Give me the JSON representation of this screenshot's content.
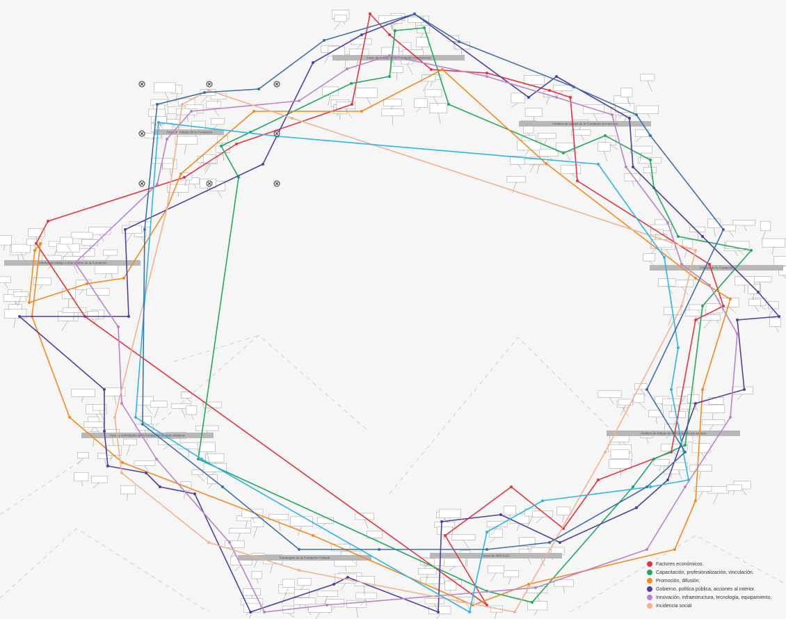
{
  "hubs": [
    {
      "id": "top",
      "label": "Áreas de trabajo de la Fundación Internacional"
    },
    {
      "id": "top-left",
      "label": "Áreas de trabajo de la Fundación"
    },
    {
      "id": "right-top",
      "label": "Ámbitos de trabajo de la Fundación por actores"
    },
    {
      "id": "left",
      "label": "Ámbitos de trabajo e intercambio de la Fundación"
    },
    {
      "id": "right",
      "label": "Ámbitos de la Fundación"
    },
    {
      "id": "bottom-left",
      "label": "Áreas y actividades de la Fundación de artes plásticas"
    },
    {
      "id": "right-bottom",
      "label": "Ámbitos de trabajo de la Fundación por actores"
    },
    {
      "id": "bottom-mid",
      "label": "Estrategias de la Fundación Cultural"
    },
    {
      "id": "bottom-right",
      "label": "Áreas de IMPULSO"
    }
  ],
  "legend": [
    {
      "label": "Factores económicos.",
      "color": "#e5323c"
    },
    {
      "label": "Capacitación, profesionalización, vinculación.",
      "color": "#22a85e"
    },
    {
      "label": "Promoción, difusión.",
      "color": "#f28a1c"
    },
    {
      "label": "Gobierno, política pública, acciones al interior.",
      "color": "#4f3fa0"
    },
    {
      "label": "Innovación, infraestructura, tecnología, equipamiento.",
      "color": "#b784c9"
    },
    {
      "label": "Incidencia social",
      "color": "#f2b28e"
    }
  ],
  "colors": {
    "red": "#e5323c",
    "green": "#22a85e",
    "orange": "#f28a1c",
    "purple": "#4f3fa0",
    "lavender": "#b784c9",
    "peach": "#f2b28e",
    "cyan": "#29b6e8",
    "steel": "#3f6fa6",
    "hub_bar": "#b8b8b8"
  }
}
